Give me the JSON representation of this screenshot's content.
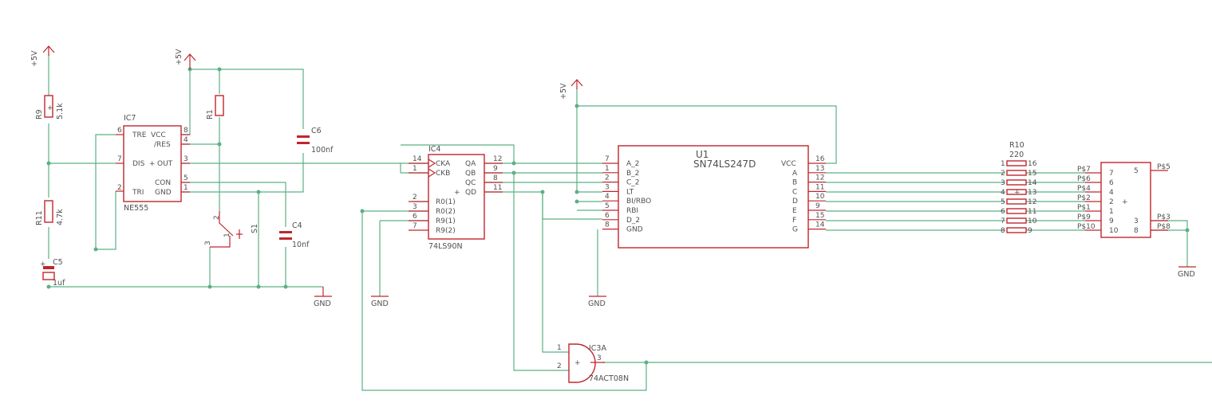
{
  "supply": {
    "label": "+5V",
    "ground": "GND"
  },
  "ne555": {
    "name": "IC7",
    "value": "NE555",
    "pins": {
      "tre": "TRE",
      "vcc": "VCC",
      "res": "/RES",
      "dis": "DIS",
      "out": "OUT",
      "con": "CON",
      "tri": "TRI",
      "gnd": "GND"
    },
    "nums": {
      "p6": "6",
      "p8": "8",
      "p4": "4",
      "p7": "7",
      "p3": "3",
      "p5": "5",
      "p2": "2",
      "p1": "1"
    }
  },
  "r9": {
    "name": "R9",
    "value": "5.1k"
  },
  "r11": {
    "name": "R11",
    "value": "4.7k"
  },
  "c5": {
    "name": "C5",
    "value": "1uf"
  },
  "r1": {
    "name": "R1"
  },
  "c6": {
    "name": "C6",
    "value": "100nf"
  },
  "c4": {
    "name": "C4",
    "value": "10nf"
  },
  "s1": {
    "name": "S1",
    "p2": "2",
    "p1": "1",
    "p3": "3"
  },
  "ls90": {
    "name": "IC4",
    "value": "74LS90N",
    "left": [
      {
        "num": "14",
        "label": "CKA"
      },
      {
        "num": "1",
        "label": "CKB"
      },
      {
        "num": "2",
        "label": "R0(1)"
      },
      {
        "num": "3",
        "label": "R0(2)"
      },
      {
        "num": "6",
        "label": "R9(1)"
      },
      {
        "num": "7",
        "label": "R9(2)"
      }
    ],
    "right": [
      {
        "num": "12",
        "label": "QA"
      },
      {
        "num": "9",
        "label": "QB"
      },
      {
        "num": "8",
        "label": "QC"
      },
      {
        "num": "11",
        "label": "QD"
      }
    ]
  },
  "u1": {
    "name": "U1",
    "value": "SN74LS247D",
    "left": [
      {
        "num": "7",
        "label": "A_2"
      },
      {
        "num": "1",
        "label": "B_2"
      },
      {
        "num": "2",
        "label": "C_2"
      },
      {
        "num": "3",
        "label": "LT"
      },
      {
        "num": "4",
        "label": "BI/RBO"
      },
      {
        "num": "5",
        "label": "RBI"
      },
      {
        "num": "6",
        "label": "D_2"
      },
      {
        "num": "8",
        "label": "GND"
      }
    ],
    "right": [
      {
        "num": "16",
        "label": "VCC"
      },
      {
        "num": "13",
        "label": "A"
      },
      {
        "num": "12",
        "label": "B"
      },
      {
        "num": "11",
        "label": "C"
      },
      {
        "num": "10",
        "label": "D"
      },
      {
        "num": "9",
        "label": "E"
      },
      {
        "num": "15",
        "label": "F"
      },
      {
        "num": "14",
        "label": "G"
      }
    ]
  },
  "r10": {
    "name": "R10",
    "value": "220",
    "rows": [
      {
        "l": "1",
        "r": "16"
      },
      {
        "l": "2",
        "r": "15"
      },
      {
        "l": "3",
        "r": "14"
      },
      {
        "l": "4",
        "r": "13"
      },
      {
        "l": "5",
        "r": "12"
      },
      {
        "l": "6",
        "r": "11"
      },
      {
        "l": "7",
        "r": "10"
      },
      {
        "l": "8",
        "r": "9"
      }
    ]
  },
  "display": {
    "left": [
      {
        "net": "P$7",
        "num": "7"
      },
      {
        "net": "P$6",
        "num": "6"
      },
      {
        "net": "P$4",
        "num": "4"
      },
      {
        "net": "P$2",
        "num": "2"
      },
      {
        "net": "P$1",
        "num": "1"
      },
      {
        "net": "P$9",
        "num": "9"
      },
      {
        "net": "P$10",
        "num": "10"
      }
    ],
    "right": [
      {
        "net": "P$5",
        "num": "5"
      },
      {
        "net": "P$3",
        "num": "3"
      },
      {
        "net": "P$8",
        "num": "8"
      }
    ]
  },
  "gate": {
    "name": "IC3A",
    "value": "74ACT08N",
    "in1": "1",
    "in2": "2",
    "out": "3"
  }
}
